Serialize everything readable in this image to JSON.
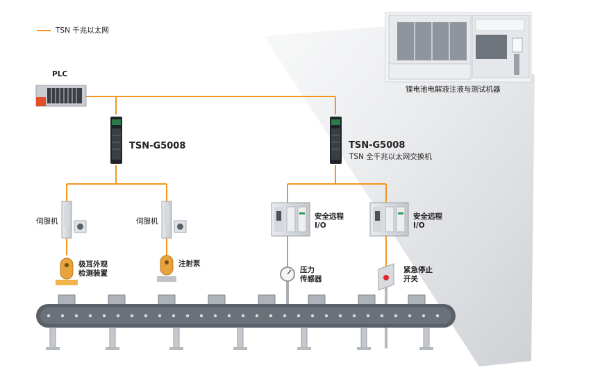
{
  "legend": {
    "label": "TSN 千兆以太网",
    "color": "#f7941d"
  },
  "plc": {
    "label": "PLC"
  },
  "machine": {
    "label": "锂电池电解液注液与测试机器"
  },
  "switches": [
    {
      "model": "TSN-G5008",
      "subtitle": ""
    },
    {
      "model": "TSN-G5008",
      "subtitle": "TSN 全千兆以太网交换机"
    }
  ],
  "servos": [
    {
      "label": "伺服机",
      "device": "极耳外观\n检测装置"
    },
    {
      "label": "伺服机",
      "device": "注射泵"
    }
  ],
  "remote_io": [
    {
      "label": "安全远程\nI/O",
      "device": "压力\n传感器"
    },
    {
      "label": "安全远程\nI/O",
      "device": "紧急停止\n开关"
    }
  ],
  "colors": {
    "link": "#f7941d",
    "device_orange": "#e8a33d",
    "estop_red": "#e0262b"
  }
}
